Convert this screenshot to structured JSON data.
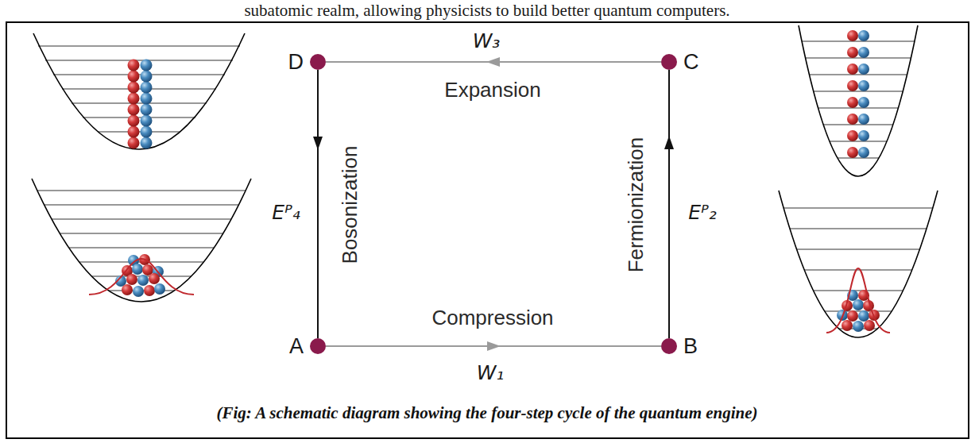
{
  "diagram": {
    "caption": "(Fig: A schematic diagram showing the four-step cycle of the quantum engine)",
    "nodes": [
      {
        "text": [
          "D"
        ]
      },
      {
        "text": [
          "C"
        ]
      },
      {
        "text": [
          "A"
        ]
      },
      {
        "text": [
          "B"
        ]
      }
    ],
    "edges": [
      {
        "from": 2,
        "to": 3,
        "arrow": "to",
        "label": "Compression"
      },
      {
        "from": 3,
        "to": 1,
        "arrow": "to",
        "label": "Fermionization"
      },
      {
        "from": 1,
        "to": 0,
        "arrow": "to",
        "label": "Expansion"
      },
      {
        "from": 0,
        "to": 2,
        "arrow": "to",
        "label": "Bosonization"
      }
    ],
    "labels": [
      "subatomic realm, allowing physicists to build better quantum computers.",
      "W₃",
      "Eᴾ₄",
      "Eᴾ₂",
      "W₁"
    ]
  }
}
